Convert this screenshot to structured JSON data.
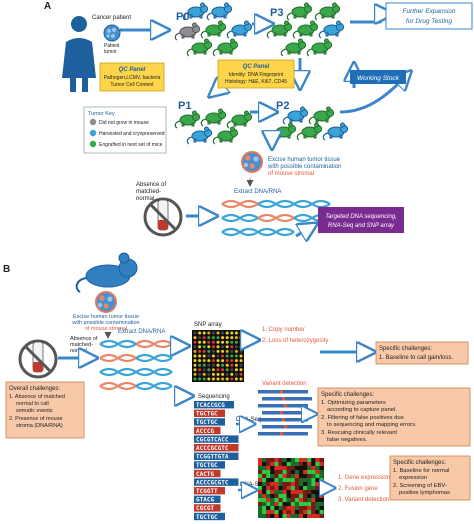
{
  "panelA": {
    "label": "A",
    "patient": {
      "label": "Cancer patient",
      "tumor_label": "Patient\ntumor"
    },
    "qc1": {
      "title": "QC Panel",
      "lines": [
        "Pathogen,LCMV, bacteria",
        "Tumor Cell Content"
      ]
    },
    "qc2": {
      "title": "QC Panel",
      "lines": [
        "Identity: DNA Fingerprint",
        "Histology: H&E, Ki67, CD45"
      ]
    },
    "stages": {
      "p0": "P0",
      "p1": "P1",
      "p2": "P2",
      "p3": "P3"
    },
    "expansion": [
      "Further Expansion",
      "for Drug Testing"
    ],
    "working_stock": "Working Stock",
    "tumor_key": {
      "title": "Tumor Key",
      "items": [
        {
          "text": "Did not grow in mouse",
          "color": "#8a8f96"
        },
        {
          "text": "Harvested and cryopreserved",
          "color": "#3aa3d8"
        },
        {
          "text": "Engrafted in next set of mice",
          "color": "#3aa84a"
        }
      ]
    },
    "excise": [
      "Excise human tumor tissue",
      "with possible contamination",
      "of mouse stromal"
    ],
    "absence": [
      "Absence of",
      "matched-",
      "normal"
    ],
    "extract": "Extract DNA/RNA",
    "targeted": [
      "Targeted DNA sequencing,",
      "RNA-Seq and SNP array"
    ]
  },
  "panelB": {
    "label": "B",
    "excise": [
      "Excise human tumor tissue",
      "with possible contamination",
      "of mouse stromal"
    ],
    "absence": [
      "Absence of",
      "matched-",
      "normal"
    ],
    "extract": "Extract DNA/RNA",
    "snp_label": "SNP array",
    "snp_list": [
      "1. Copy number",
      "2. Loss of heterozygosity"
    ],
    "spec1": {
      "title": "Specific challenges:",
      "lines": [
        "1. Baseline to call gain/loss."
      ]
    },
    "overall": {
      "title": "Overall challenges:",
      "lines": [
        "1. Absence of matched",
        "normal to call",
        "somatic events",
        "2. Presence of mouse",
        "stroma (DNA/RNA)"
      ]
    },
    "sequencing": "Sequencing",
    "dnaseq": "DNA-Seq",
    "rnaseq": "RNA-Seq",
    "variant_label": "Variant detection",
    "spec2": {
      "title": "Specific challenges:",
      "lines": [
        "1. Optimizing parameters",
        "according to capture panel.",
        "2. Filtering of false positives due",
        "to sequencing and mapping errors.",
        "3. Rescuing clinically relevant",
        "false negatives."
      ]
    },
    "rna_list": [
      "1. Gene expression",
      "2. Fusion gene",
      "3. Variant detection"
    ],
    "spec3": {
      "title": "Specific challenges:",
      "lines": [
        "1. Baseline for normal",
        "expression",
        "2. Screening of EBV-",
        "positive lymphomas"
      ]
    },
    "reads": [
      "TCACCGCG",
      "TGCTGC",
      "TGCTGC",
      "ACCCG",
      "CGCGTCACC",
      "ACCCGCGTC",
      "TCGGTTGTA",
      "TGCTGC",
      "CACTG",
      "ACCCGCGTC",
      "TCGGTT",
      "GTACG",
      "CGCGT",
      "TGCTGC"
    ]
  }
}
